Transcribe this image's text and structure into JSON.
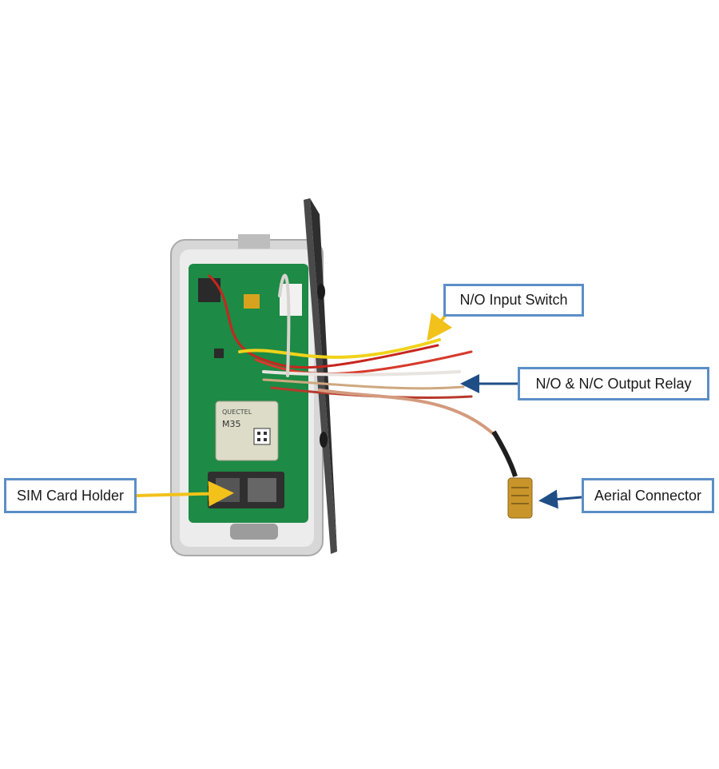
{
  "callouts": {
    "input_switch": "N/O Input Switch",
    "output_relay": "N/O & N/C Output Relay",
    "sim_holder": "SIM Card Holder",
    "aerial": "Aerial Connector"
  },
  "module": {
    "brand": "QUECTEL",
    "model": "M35"
  },
  "colors": {
    "callout_border": "#5b8fc7",
    "arrow_yellow": "#f2c21b",
    "arrow_blue": "#1f4e86",
    "pcb_green": "#1d8a45",
    "housing": "#d9d9d9"
  }
}
